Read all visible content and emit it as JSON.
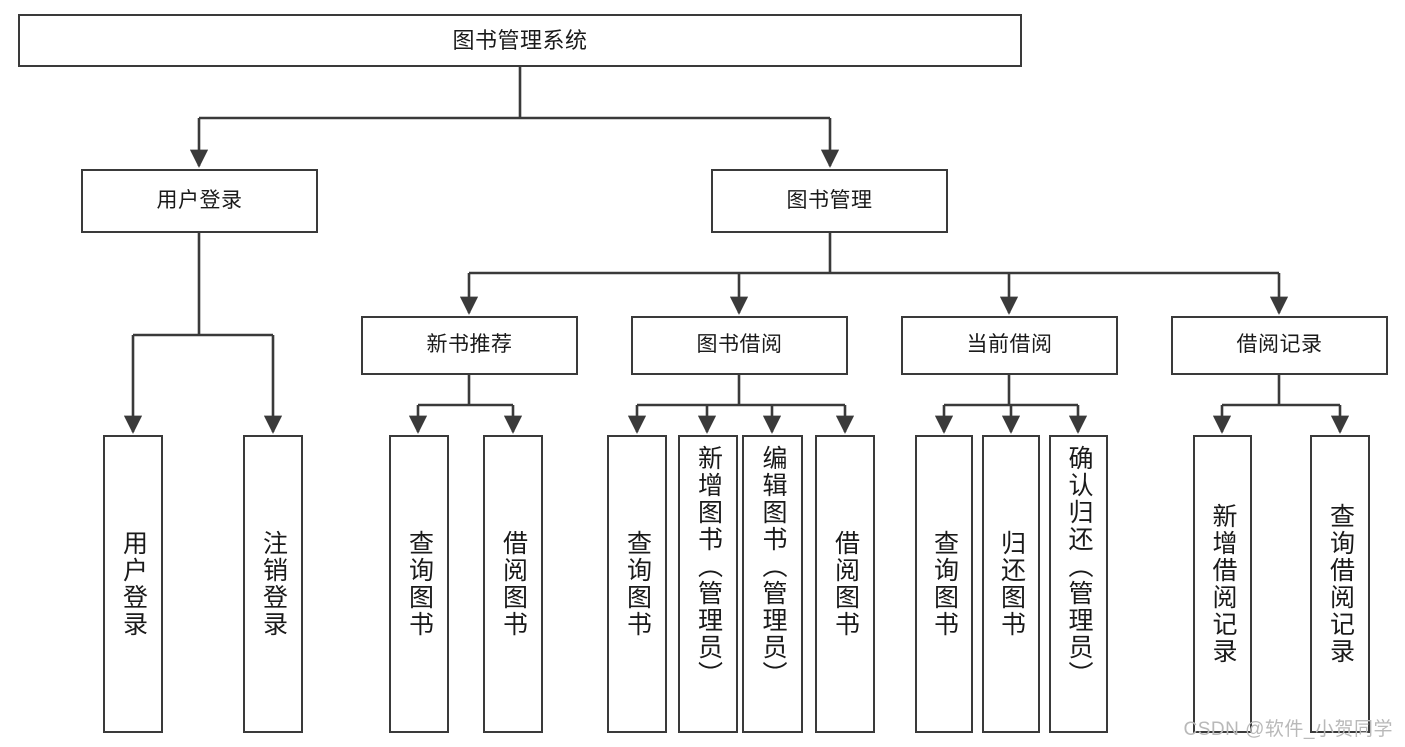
{
  "diagram": {
    "title": "图书管理系统",
    "watermark": "CSDN @软件_小贺同学",
    "colors": {
      "stroke": "#3a3a3a",
      "fill": "#ffffff",
      "text": "#1a1a1a",
      "watermark": "#b9b9b9"
    },
    "levels": {
      "root": {
        "label": "图书管理系统"
      },
      "level2": [
        {
          "id": "user-login",
          "label": "用户登录"
        },
        {
          "id": "book-manage",
          "label": "图书管理"
        }
      ],
      "level3": [
        {
          "id": "new-book-recommend",
          "label": "新书推荐"
        },
        {
          "id": "book-borrow",
          "label": "图书借阅"
        },
        {
          "id": "current-borrow",
          "label": "当前借阅"
        },
        {
          "id": "borrow-record",
          "label": "借阅记录"
        }
      ],
      "leaves": [
        {
          "id": "leaf-user-login",
          "label": "用户登录",
          "parent": "user-login"
        },
        {
          "id": "leaf-logout",
          "label": "注销登录",
          "parent": "user-login"
        },
        {
          "id": "leaf-query-book-1",
          "label": "查询图书",
          "parent": "new-book-recommend"
        },
        {
          "id": "leaf-borrow-book-1",
          "label": "借阅图书",
          "parent": "new-book-recommend"
        },
        {
          "id": "leaf-query-book-2",
          "label": "查询图书",
          "parent": "book-borrow"
        },
        {
          "id": "leaf-add-book",
          "label": "新增图书（管理员）",
          "parent": "book-borrow"
        },
        {
          "id": "leaf-edit-book",
          "label": "编辑图书（管理员）",
          "parent": "book-borrow"
        },
        {
          "id": "leaf-borrow-book-2",
          "label": "借阅图书",
          "parent": "book-borrow"
        },
        {
          "id": "leaf-query-book-3",
          "label": "查询图书",
          "parent": "current-borrow"
        },
        {
          "id": "leaf-return-book",
          "label": "归还图书",
          "parent": "current-borrow"
        },
        {
          "id": "leaf-confirm-return",
          "label": "确认归还（管理员）",
          "parent": "current-borrow"
        },
        {
          "id": "leaf-add-record",
          "label": "新增借阅记录",
          "parent": "borrow-record"
        },
        {
          "id": "leaf-query-record",
          "label": "查询借阅记录",
          "parent": "borrow-record"
        }
      ]
    }
  }
}
